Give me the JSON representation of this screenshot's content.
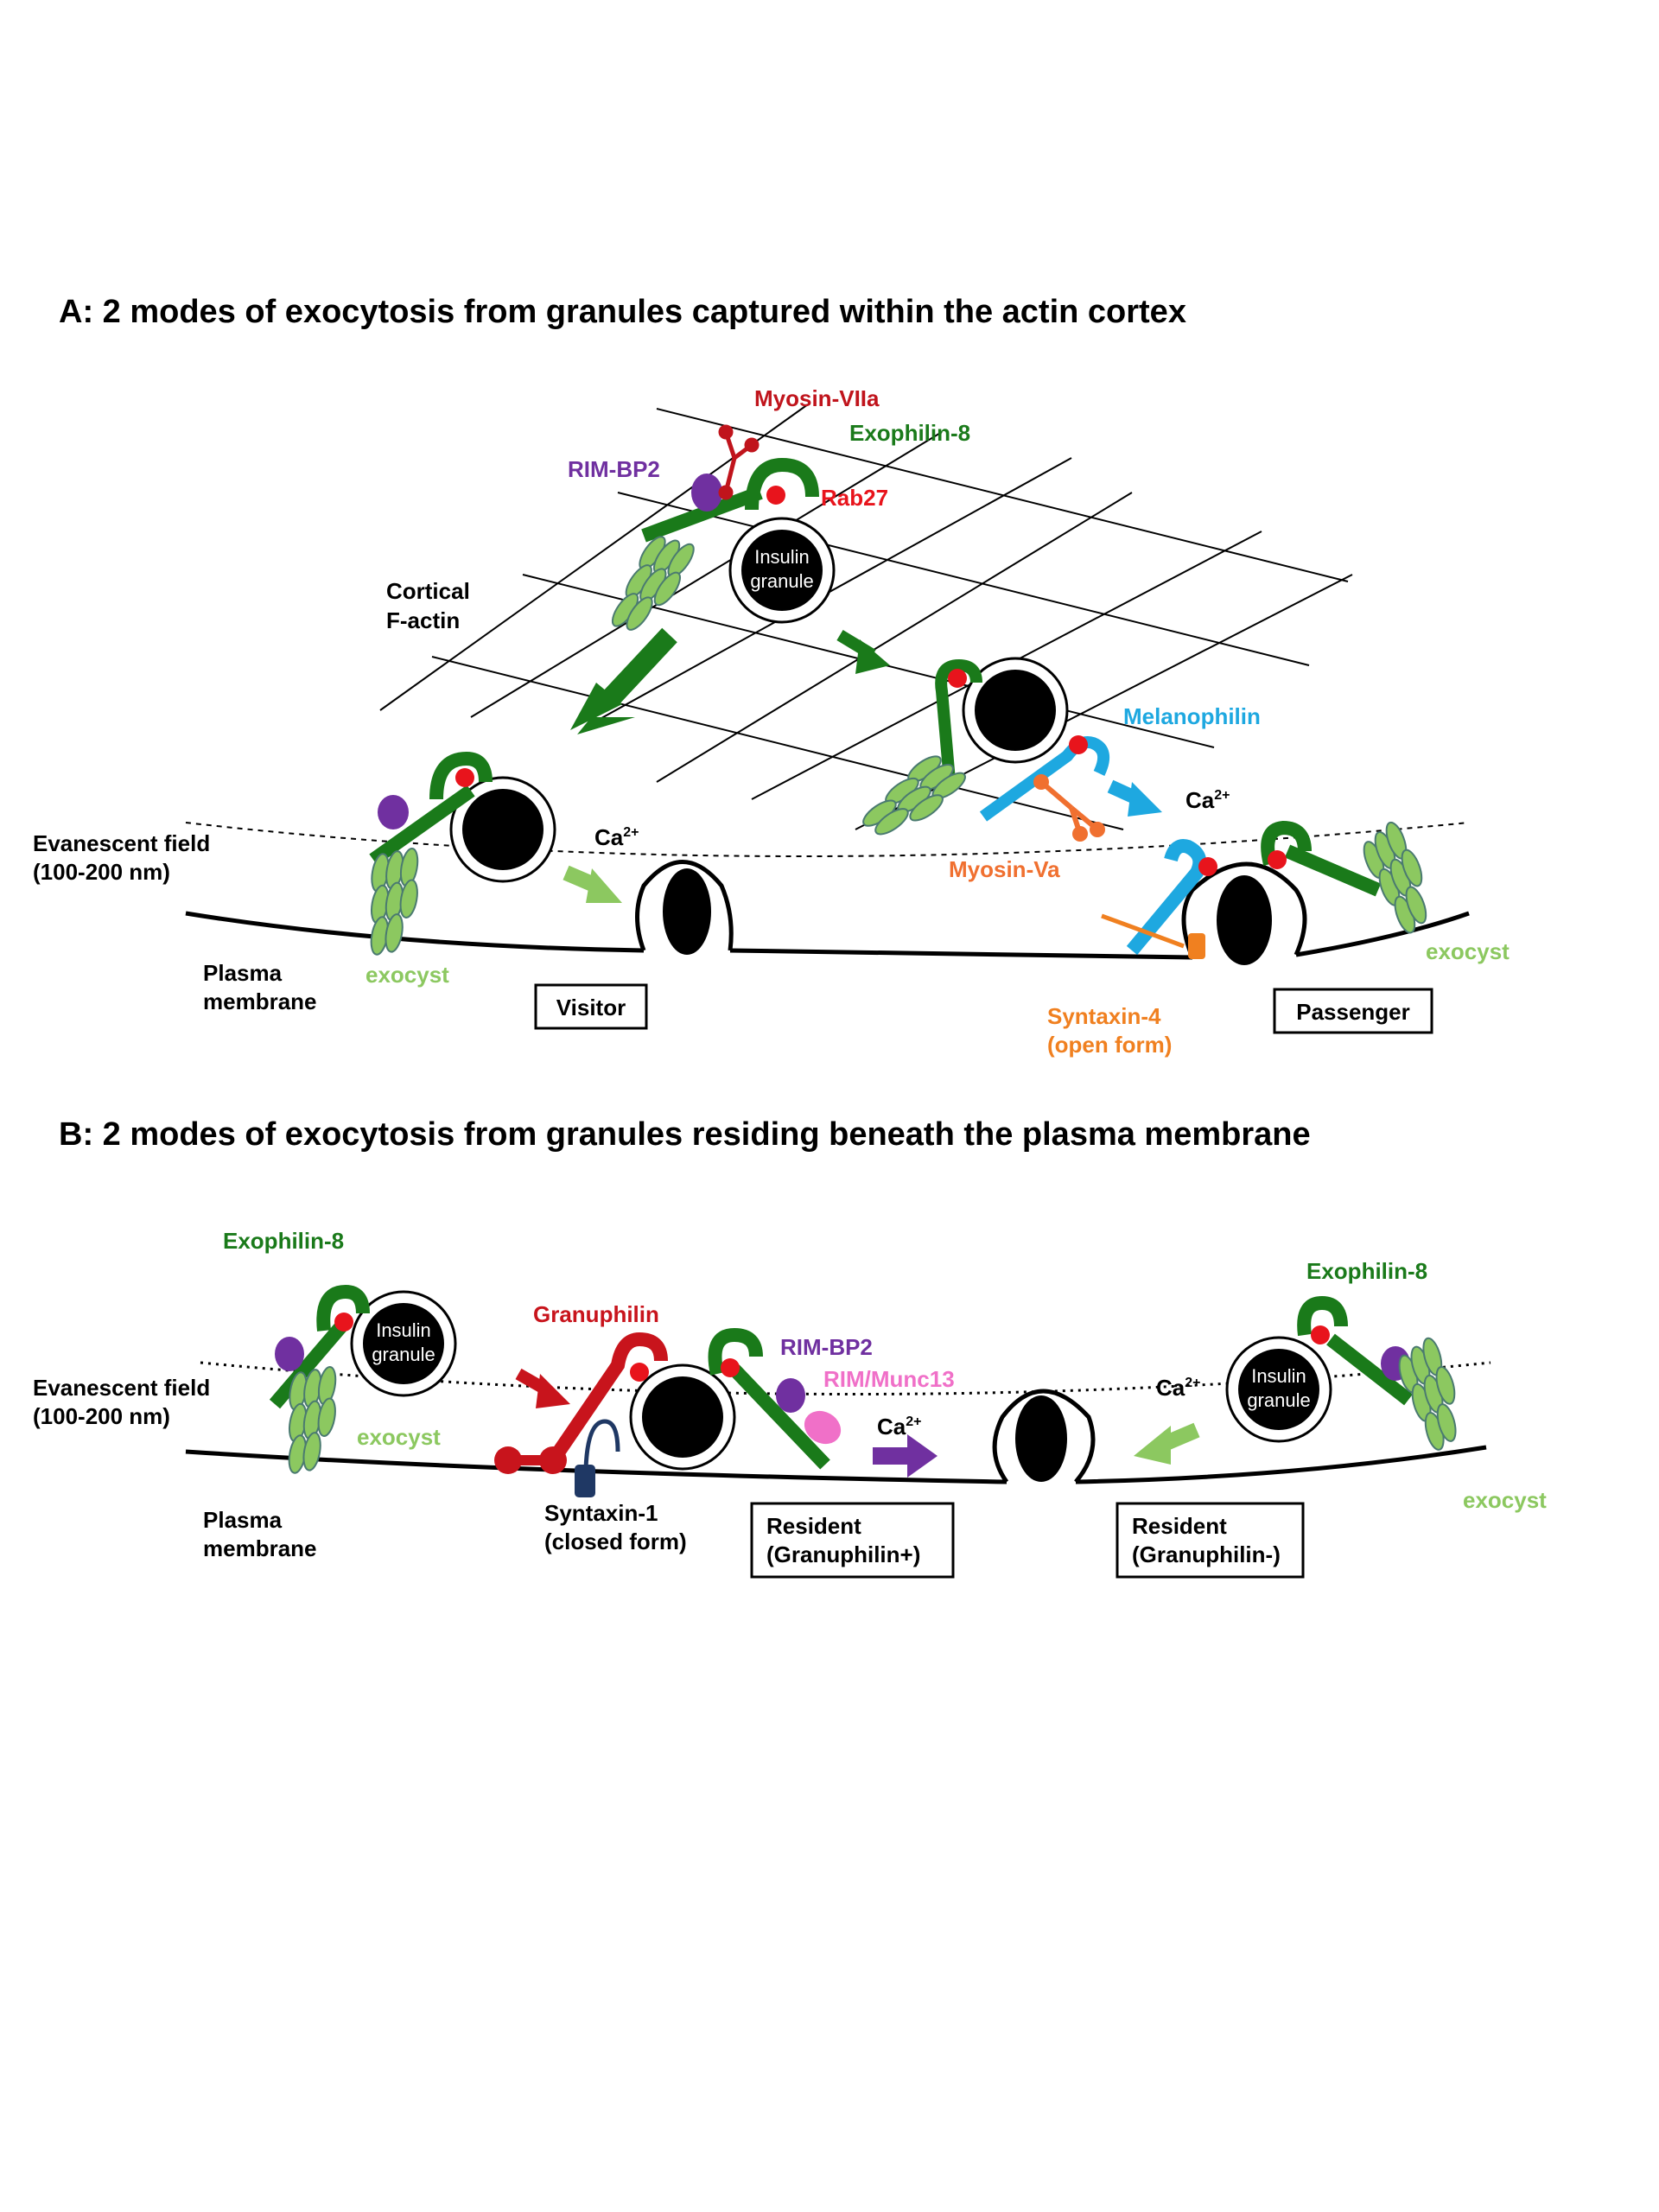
{
  "panel_a": {
    "title": "A: 2 modes of exocytosis from granules captured within the actin cortex",
    "myosin_viia": "Myosin-VIIa",
    "exophilin8": "Exophilin-8",
    "rim_bp2": "RIM-BP2",
    "rab27": "Rab27",
    "granule_line1": "Insulin",
    "granule_line2": "granule",
    "cortical_line1": "Cortical",
    "cortical_line2": "F-actin",
    "melanophilin": "Melanophilin",
    "ca_left": "Ca",
    "ca_right": "Ca",
    "ca_sup": "2+",
    "evanescent_line1": "Evanescent field",
    "evanescent_line2": "(100-200 nm)",
    "myosin_va": "Myosin-Va",
    "plasma_line1": "Plasma",
    "plasma_line2": "membrane",
    "exocyst_left": "exocyst",
    "exocyst_right": "exocyst",
    "visitor": "Visitor",
    "passenger": "Passenger",
    "syntaxin4_line1": "Syntaxin-4",
    "syntaxin4_line2": "(open form)"
  },
  "panel_b": {
    "title": "B: 2 modes of exocytosis from granules residing beneath the plasma membrane",
    "exophilin8_left": "Exophilin-8",
    "exophilin8_right": "Exophilin-8",
    "granule_left_line1": "Insulin",
    "granule_left_line2": "granule",
    "granule_right_line1": "Insulin",
    "granule_right_line2": "granule",
    "granuphilin": "Granuphilin",
    "rim_bp2": "RIM-BP2",
    "rim_munc13": "RIM/Munc13",
    "ca_mid": "Ca",
    "ca_right": "Ca",
    "ca_sup": "2+",
    "evanescent_line1": "Evanescent field",
    "evanescent_line2": "(100-200 nm)",
    "exocyst_left": "exocyst",
    "exocyst_right": "exocyst",
    "plasma_line1": "Plasma",
    "plasma_line2": "membrane",
    "syntaxin1_line1": "Syntaxin-1",
    "syntaxin1_line2": "(closed form)",
    "resident_pos_line1": "Resident",
    "resident_pos_line2": "(Granuphilin+)",
    "resident_neg_line1": "Resident",
    "resident_neg_line2": "(Granuphilin-)"
  },
  "colors": {
    "exophilin8": "#1a7a1a",
    "rab27": "#e8141c",
    "myosin_viia": "#c0141c",
    "rim_bp2": "#7030a0",
    "melanophilin": "#1ea8e0",
    "myosin_va": "#f07030",
    "syntaxin4": "#f08020",
    "exocyst": "#8cc860",
    "granuphilin": "#c8141c",
    "rim_munc13": "#f070c8",
    "syntaxin1": "#1f3864",
    "ca_arrow_green": "#8cc860",
    "ca_arrow_purple": "#7030a0"
  }
}
